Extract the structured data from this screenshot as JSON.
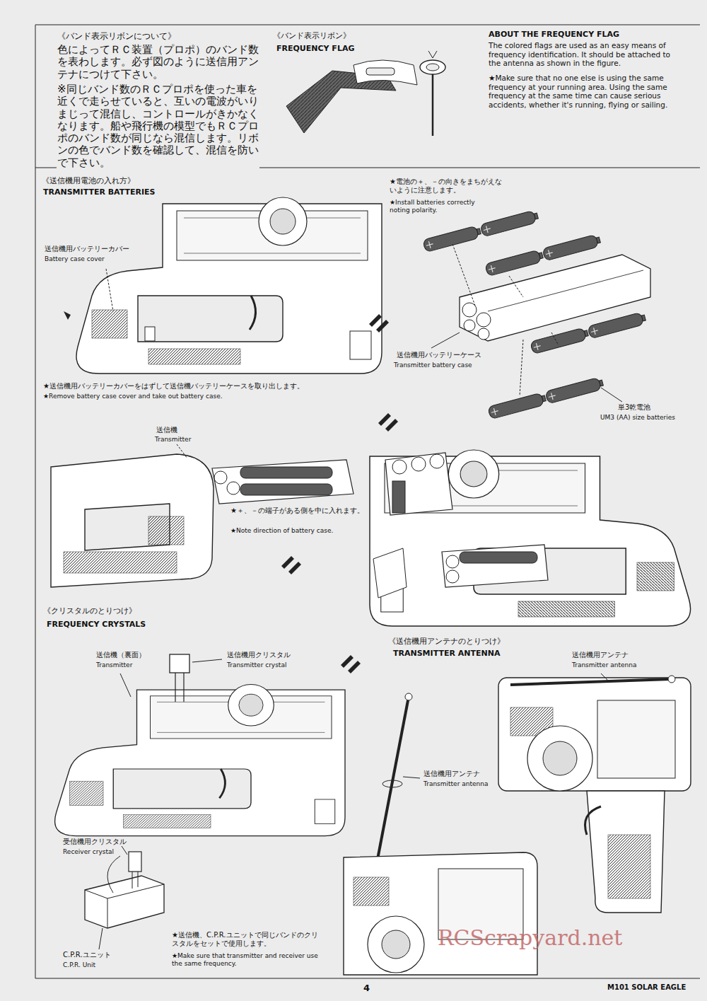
{
  "diagram": {
    "labels": [
      "《バンド表示リボンについて》",
      "色によってＲＣ装置（プロポ）のバンド数を表わします。必ず図のように送信用アンテナにつけて下さい。",
      "※同じバンド数のＲＣプロポを使った車を近くで走らせていると、互いの電波がいりまじって混信し、コントロールがきかなくなります。船や飛行機の模型でもＲＣプロポのバンド数が同じなら混信します。リボンの色でバンド数を確認して、混信を防いで下さい。",
      "《バンド表示リボン》",
      "FREQUENCY FLAG",
      "ABOUT THE FREQUENCY FLAG",
      "The colored flags are used as an easy means of frequency identification. It should be attached to the antenna as shown in the figure.",
      "★Make sure that no one else is using the same frequency at your running area. Using the same frequency at the same time can cause serious accidents, whether it's running, flying or sailing.",
      "《送信機用電池の入れ方》",
      "TRANSMITTER BATTERIES",
      "送信機用バッテリーカバー",
      "Battery case cover",
      "★送信機用バッテリーカバーをはずして送信機バッテリーケースを取り出します。",
      "★Remove battery case cover and take out battery case.",
      "★電池の＋、－の向きをまちがえないように注意します。",
      "★Install batteries correctly noting polarity.",
      "送信機用バッテリーケース",
      "Transmitter battery case",
      "単3乾電池",
      "UM3 (AA) size batteries",
      "送信機",
      "Transmitter",
      "★＋、－の端子がある側を中に入れます。",
      "★Note direction of battery case.",
      "《クリスタルのとりつけ》",
      "FREQUENCY CRYSTALS",
      "送信機（裏面）",
      "Transmitter",
      "送信機用クリスタル",
      "Transmitter crystal",
      "受信機用クリスタル",
      "Receiver crystal",
      "C.P.R.ユニット",
      "C.P.R. Unit",
      "★送信機、C.P.R.ユニットで同じバンドのクリスタルをセットで使用します。",
      "★Make sure that transmitter and receiver use the same frequency.",
      "《送信機用アンテナのとりつけ》",
      "TRANSMITTER ANTENNA",
      "送信機用アンテナ",
      "Transmitter antenna",
      "送信機用アンテナ",
      "Transmitter antenna",
      "4",
      "M101 SOLAR EAGLE",
      "RCScrapyard.net"
    ]
  }
}
